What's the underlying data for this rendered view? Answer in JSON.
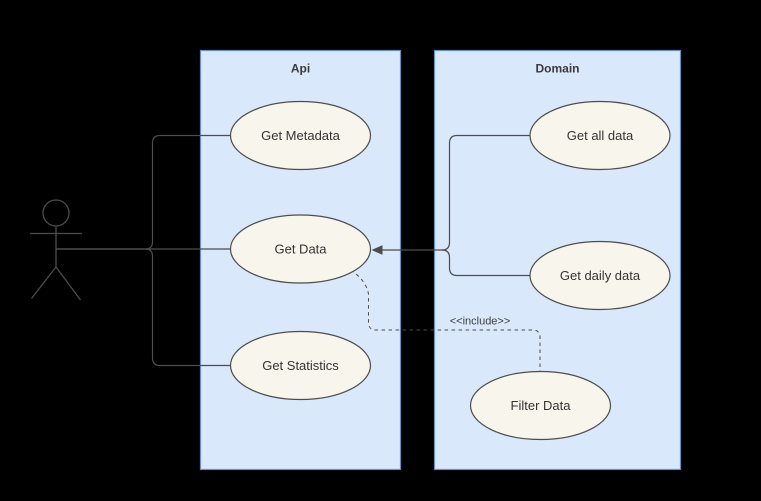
{
  "colors": {
    "background": "#000000",
    "panel_fill": "#DAE8FC",
    "panel_stroke": "#6C8EBF",
    "node_fill": "#F8F6EC",
    "node_stroke": "#4D4D4D",
    "edge": "#4D4D4D",
    "text": "#333333",
    "title_text": "#3A3A3A",
    "edge_label_text": "#404040"
  },
  "diagram": {
    "kind": "uml-use-case-diagram",
    "actor": {
      "shape": "stick-figure-icon"
    },
    "containers": [
      {
        "title": "Api",
        "use_cases": [
          {
            "label": "Get Metadata"
          },
          {
            "label": "Get Data"
          },
          {
            "label": "Get Statistics"
          }
        ]
      },
      {
        "title": "Domain",
        "use_cases": [
          {
            "label": "Get all data"
          },
          {
            "label": "Get daily data"
          },
          {
            "label": "Filter Data"
          }
        ]
      }
    ],
    "edges": [
      {
        "from": "actor",
        "to": "Get Metadata",
        "style": "solid"
      },
      {
        "from": "actor",
        "to": "Get Data",
        "style": "solid"
      },
      {
        "from": "actor",
        "to": "Get Statistics",
        "style": "solid"
      },
      {
        "from": "Get all data",
        "to": "Get Data",
        "style": "solid-arrow"
      },
      {
        "from": "Get daily data",
        "to": "Get Data",
        "style": "solid-arrow"
      },
      {
        "from": "Get Data",
        "to": "Filter Data",
        "style": "dashed",
        "label": "<<include>>"
      }
    ]
  }
}
